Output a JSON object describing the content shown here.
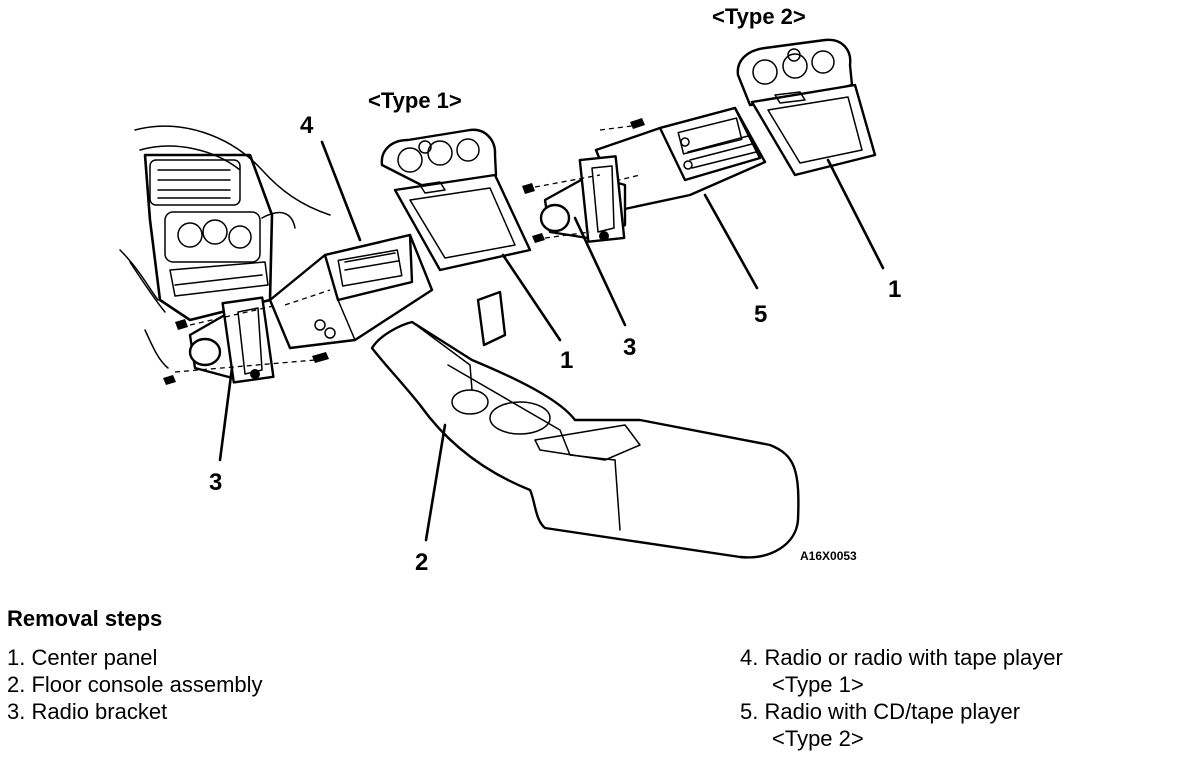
{
  "diagram": {
    "type_labels": [
      "<Type 1>",
      "<Type 2>"
    ],
    "callouts": {
      "c1_type1": "1",
      "c1_type2": "1",
      "c2": "2",
      "c3_left": "3",
      "c3_type2": "3",
      "c4": "4",
      "c5": "5"
    },
    "figure_code": "A16X0053"
  },
  "instructions": {
    "heading": "Removal steps",
    "steps": [
      {
        "text": "1. Center panel"
      },
      {
        "text": "2. Floor console assembly"
      },
      {
        "text": "3. Radio bracket"
      },
      {
        "text": "4. Radio or radio with tape player",
        "sub": "<Type 1>"
      },
      {
        "text": "5. Radio with CD/tape player",
        "sub": "<Type 2>"
      }
    ]
  }
}
